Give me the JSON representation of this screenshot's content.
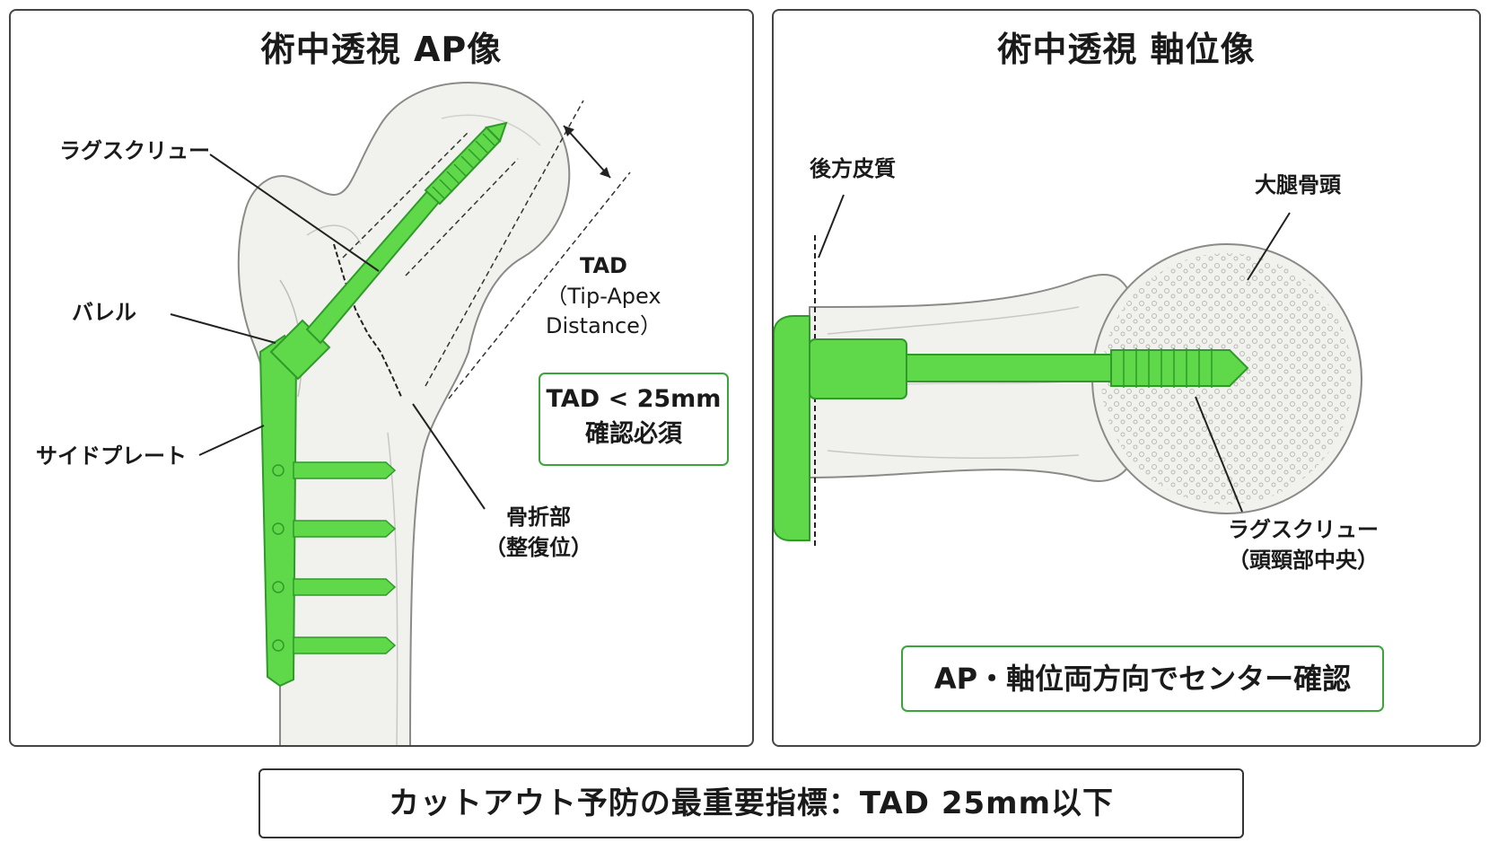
{
  "ap_panel": {
    "title": "術中透視 AP像",
    "labels": {
      "lag_screw": "ラグスクリュー",
      "barrel": "バレル",
      "side_plate": "サイドプレート",
      "fracture": "骨折部",
      "fracture_sub": "（整復位）",
      "tad": "TAD",
      "tad_sub1": "（Tip-Apex",
      "tad_sub2": "Distance）"
    },
    "tad_box": {
      "line1": "TAD < 25mm",
      "line2": "確認必須"
    }
  },
  "axial_panel": {
    "title": "術中透視 軸位像",
    "labels": {
      "posterior_cortex": "後方皮質",
      "femoral_head": "大腿骨頭",
      "lag_screw": "ラグスクリュー",
      "lag_screw_sub": "（頭頸部中央）"
    },
    "center_box": "AP・軸位両方向でセンター確認"
  },
  "footer": "カットアウト予防の最重要指標：TAD 25mm以下",
  "colors": {
    "implant": "#5fd84a",
    "implant_dark": "#2f9a2a",
    "box_border": "#3aa53a",
    "bone": "#f1f1ee"
  }
}
